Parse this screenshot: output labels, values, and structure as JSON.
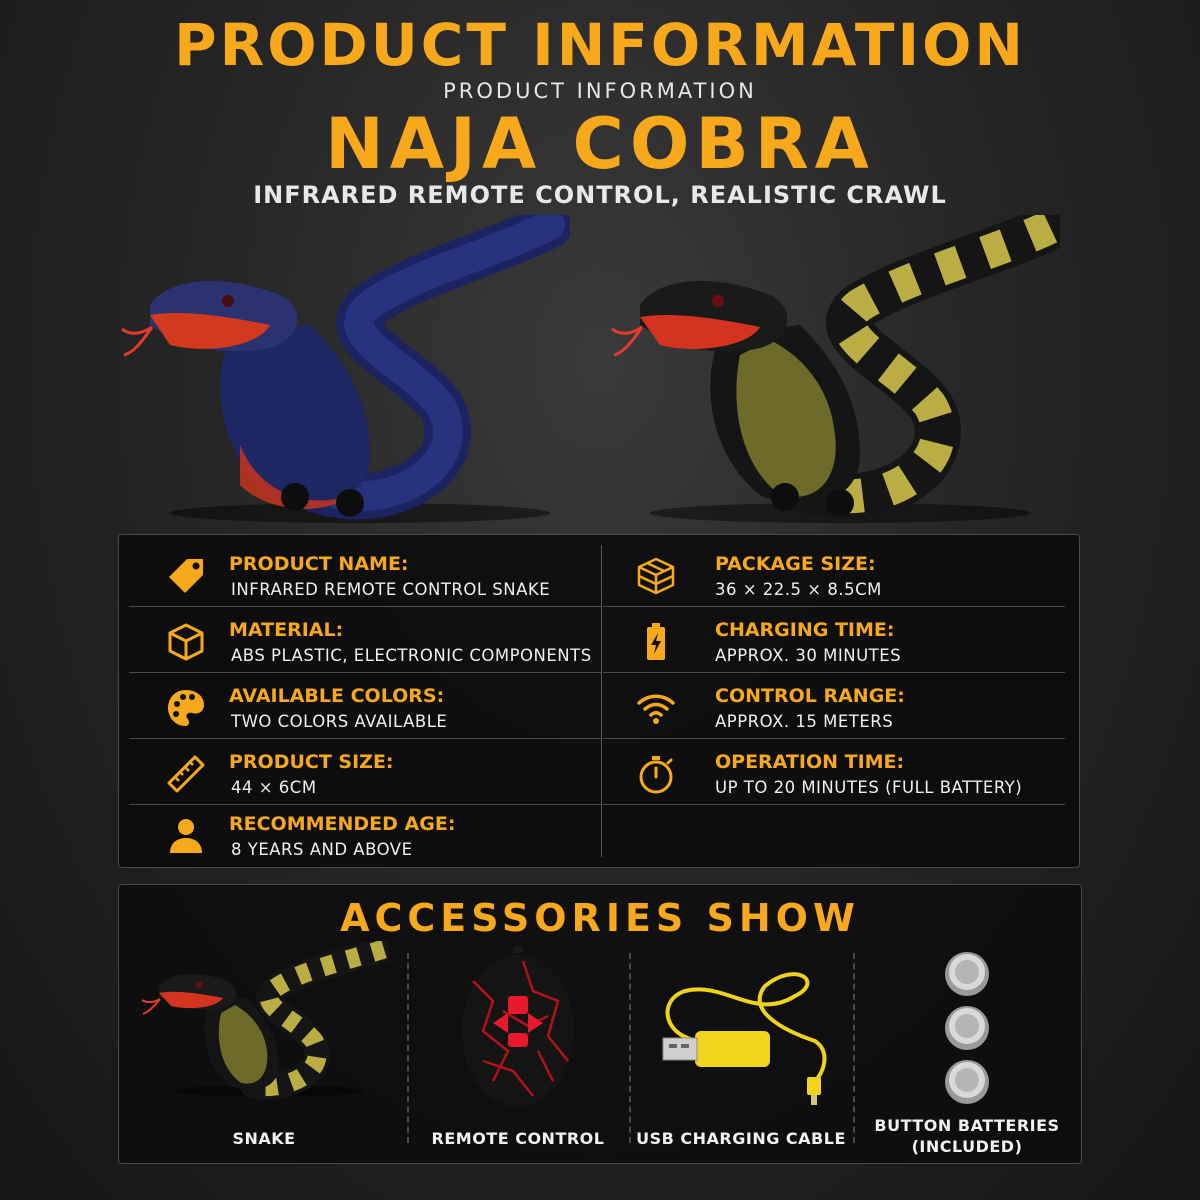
{
  "header": {
    "title": "PRODUCT INFORMATION",
    "subtitle": "PRODUCT INFORMATION",
    "product_name": "NAJA COBRA",
    "tagline": "INFRARED REMOTE CONTROL, REALISTIC CRAWL"
  },
  "hero": {
    "products": [
      {
        "color_name": "blue-red",
        "body_color": "#1f2a6b",
        "accent_color": "#d8301e"
      },
      {
        "color_name": "black-yellow",
        "body_color": "#141414",
        "accent_color": "#b8b042"
      }
    ]
  },
  "specs": {
    "left": [
      {
        "icon": "tag-icon",
        "label": "PRODUCT NAME:",
        "value": "INFRARED REMOTE CONTROL SNAKE"
      },
      {
        "icon": "cube-icon",
        "label": "MATERIAL:",
        "value": "ABS PLASTIC, ELECTRONIC COMPONENTS"
      },
      {
        "icon": "palette-icon",
        "label": "AVAILABLE COLORS:",
        "value": "TWO COLORS AVAILABLE"
      },
      {
        "icon": "ruler-icon",
        "label": "PRODUCT SIZE:",
        "value": "44 × 6CM"
      },
      {
        "icon": "person-icon",
        "label": "RECOMMENDED AGE:",
        "value": "8 YEARS AND ABOVE"
      }
    ],
    "right": [
      {
        "icon": "package-icon",
        "label": "PACKAGE SIZE:",
        "value": "36 × 22.5 × 8.5CM"
      },
      {
        "icon": "battery-charging-icon",
        "label": "CHARGING TIME:",
        "value": "APPROX. 30 MINUTES"
      },
      {
        "icon": "wifi-icon",
        "label": "CONTROL RANGE:",
        "value": "APPROX. 15 METERS"
      },
      {
        "icon": "stopwatch-icon",
        "label": "OPERATION TIME:",
        "value": "UP TO 20 MINUTES (FULL BATTERY)"
      }
    ]
  },
  "accessories": {
    "title": "ACCESSORIES SHOW",
    "items": [
      {
        "label": "SNAKE"
      },
      {
        "label": "REMOTE CONTROL"
      },
      {
        "label": "USB CHARGING CABLE"
      },
      {
        "label": "BUTTON BATTERIES",
        "label2": "(INCLUDED)"
      }
    ]
  },
  "colors": {
    "accent": "#f7a81b",
    "background": "#262626"
  }
}
